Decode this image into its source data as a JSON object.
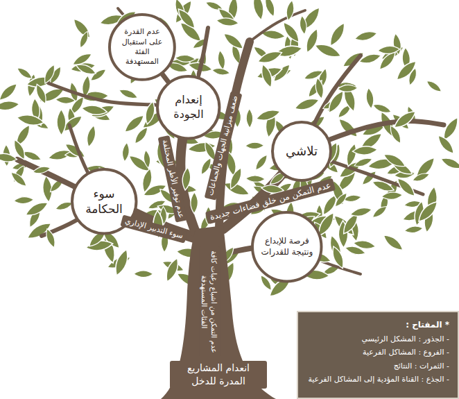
{
  "diagram": {
    "nodes": [
      {
        "text": [
          "عدم القدرة على استقبال الفئة المستهدفة"
        ]
      },
      {
        "text": [
          "إنعدام الجودة"
        ]
      },
      {
        "text": [
          "تلاشي"
        ]
      },
      {
        "text": [
          "سوء الحكامة"
        ]
      },
      {
        "text": [
          "فرصة للإبداع ونتيجة للقدرات"
        ]
      }
    ],
    "labels": [
      "عدم توفير الأطر المختلفة",
      "سوء التدبير الإداري",
      "ضعف ميزانية الجهات والجماعات",
      "عدم التمكن من خلق فضاءات جديدة",
      "عدم التمكن من اشباع رغبات كافة الفئات المستهدفة",
      "انعدام المشاريع المدرة للدخل",
      "* المفتاح :"
    ],
    "legend": [
      {
        "text": "- الجذور : المشكل الرئيسي"
      },
      {
        "text": "- الفروع : المشاكل الفرعية"
      },
      {
        "text": "- الثمرات : النتائج"
      },
      {
        "text": "- الجذع : القناة المؤدية إلى المشاكل الفرعية"
      }
    ]
  }
}
